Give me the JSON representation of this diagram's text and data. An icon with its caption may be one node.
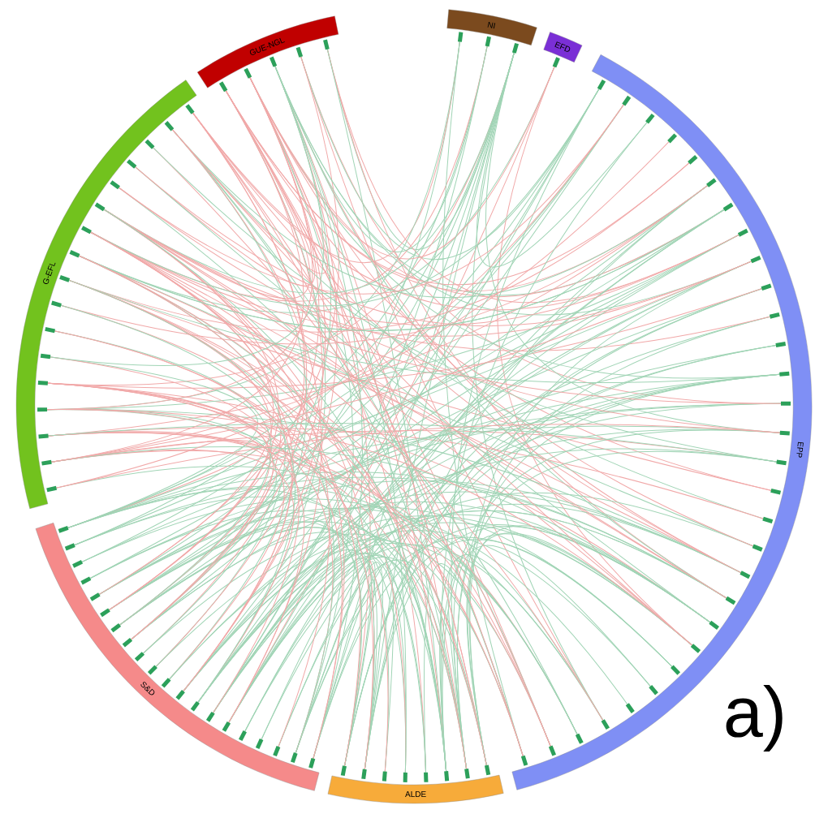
{
  "diagram": {
    "nodes": [
      {
        "text": [
          "GUE-NGL"
        ]
      },
      {
        "text": [
          "NI"
        ]
      },
      {
        "text": [
          "EFD"
        ]
      },
      {
        "text": [
          "EPP"
        ]
      },
      {
        "text": [
          "ALDE"
        ]
      },
      {
        "text": [
          "S&D"
        ]
      },
      {
        "text": [
          "G-EFL"
        ]
      }
    ],
    "labels": [
      "a)"
    ]
  }
}
